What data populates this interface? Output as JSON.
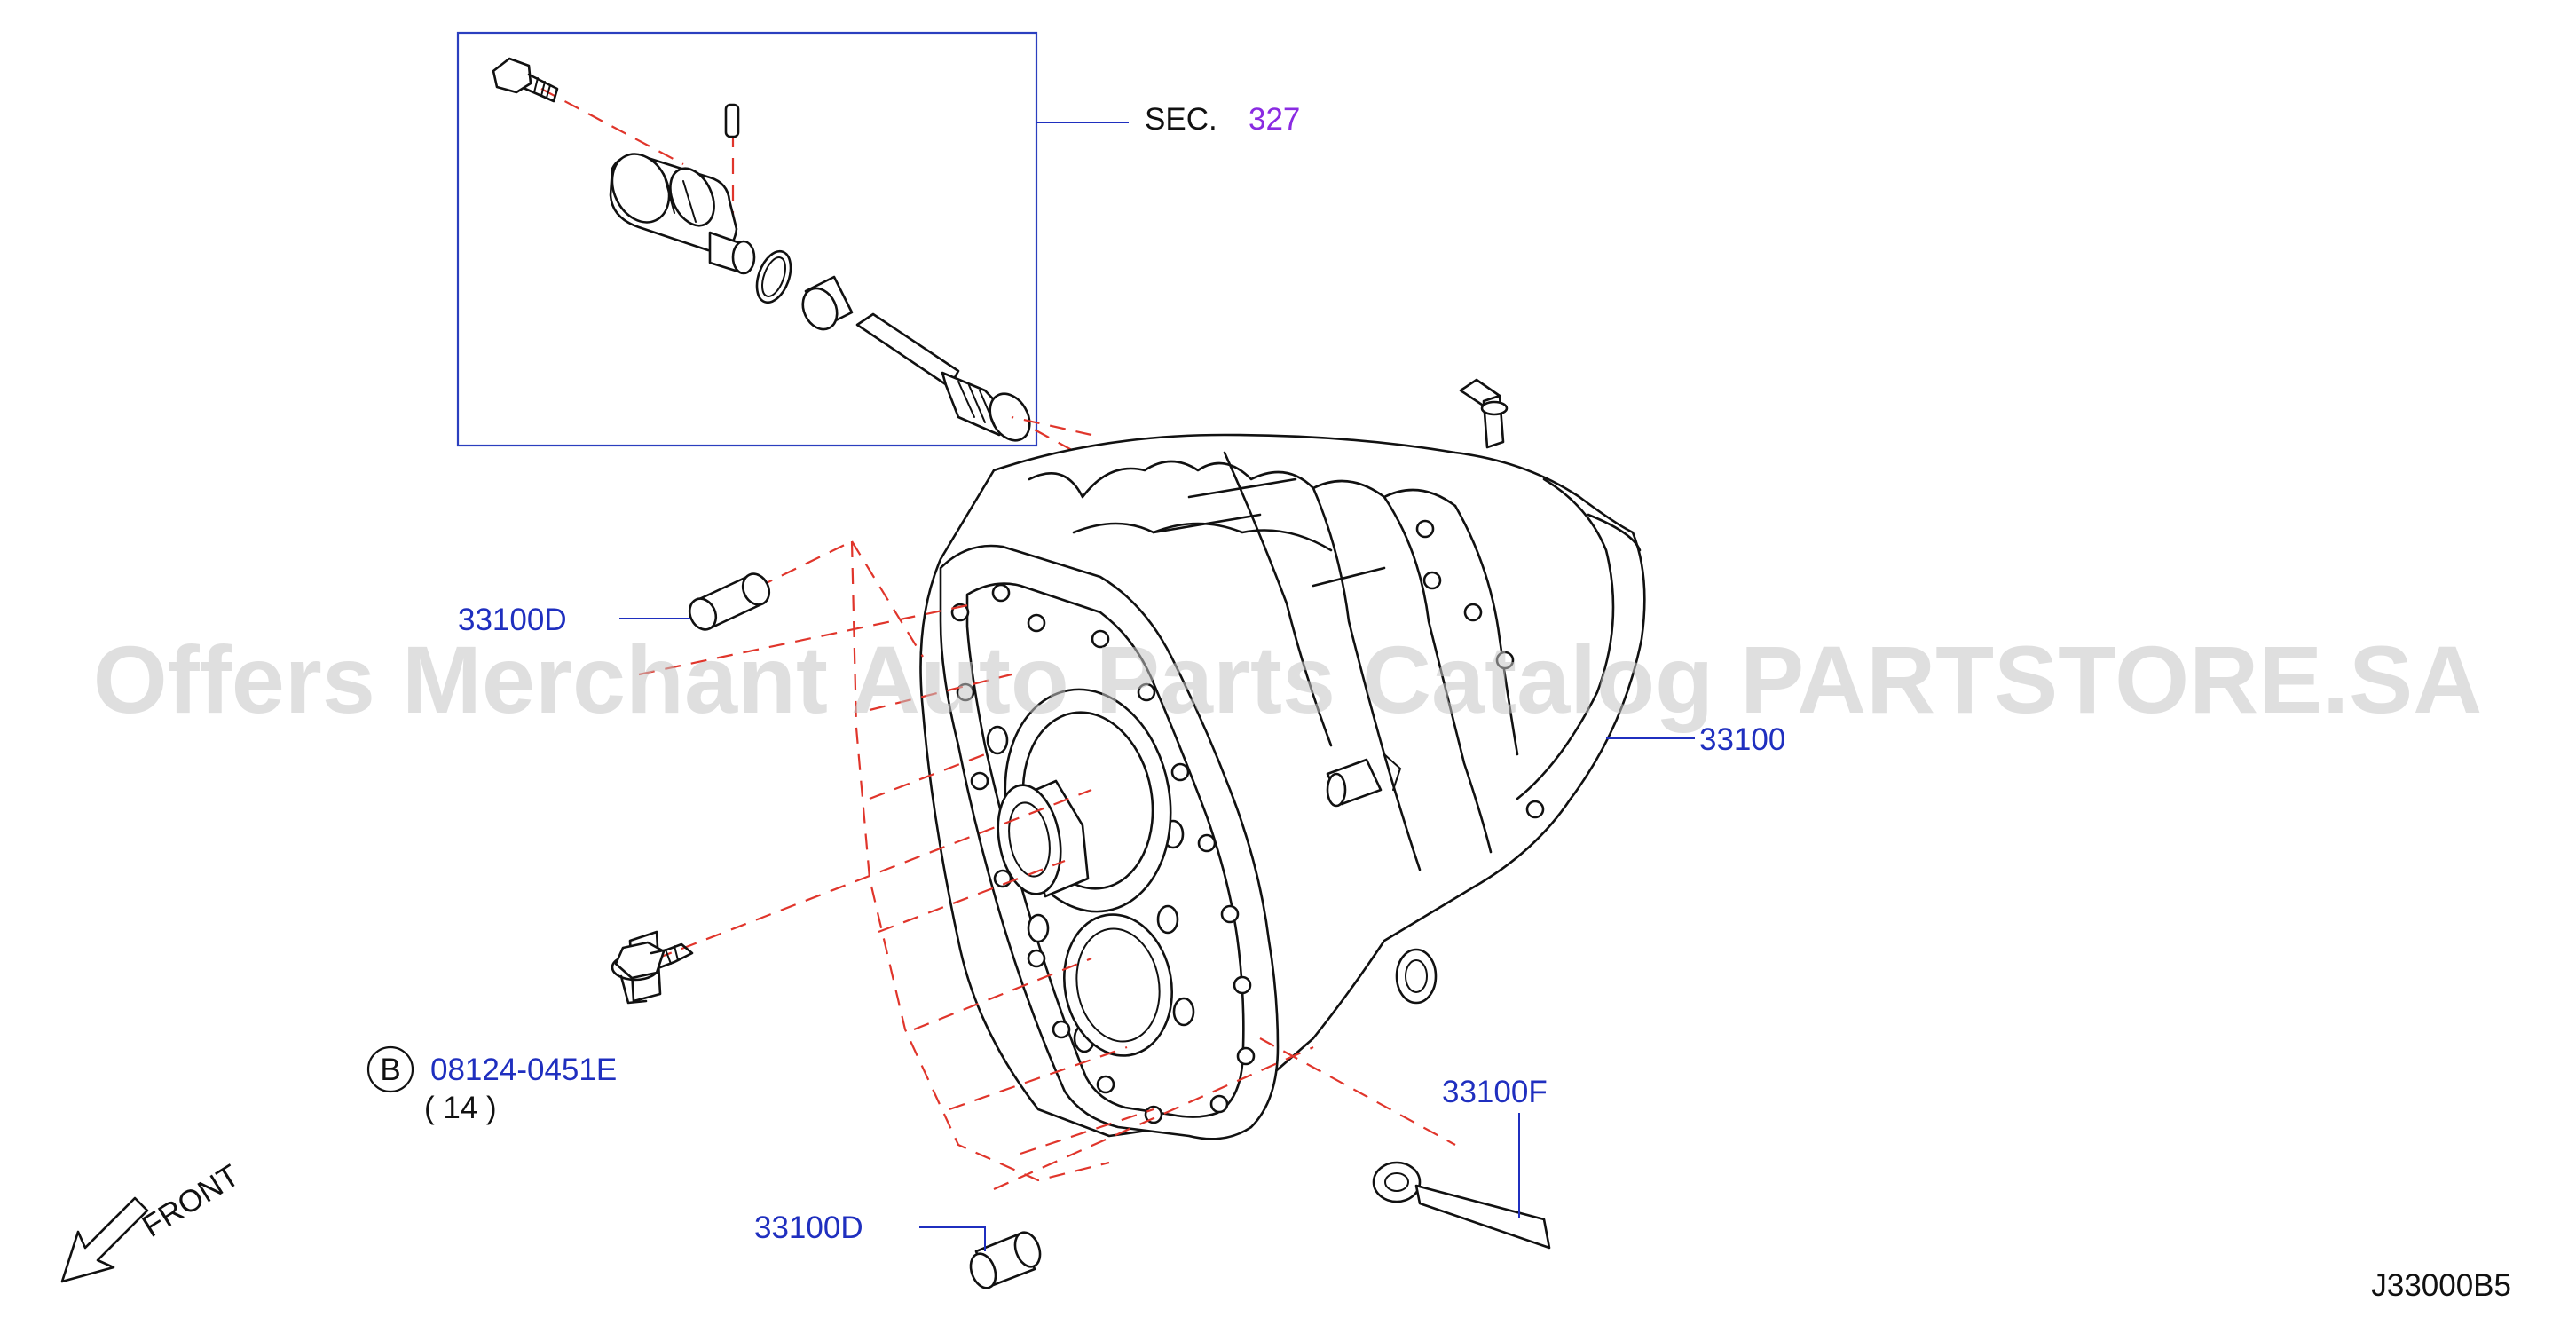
{
  "colors": {
    "part_label": "#1f2fbf",
    "sec_number": "#8a2be2",
    "line_art": "#111111",
    "phantom_lines": "#e0352b",
    "watermark": "#c4c4c4"
  },
  "watermark": "Offers Merchant Auto Parts Catalog PARTSTORE.SA",
  "diagram_code": "J33000B5",
  "front_indicator": {
    "label": "FRONT"
  },
  "labels": {
    "sec_prefix": "SEC.",
    "sec_number": "327",
    "transfer_assembly": "33100",
    "dowel_pin_upper": "33100D",
    "dowel_pin_lower": "33100D",
    "bracket": "33100F",
    "bolt_callout": "B",
    "bolt_part": "08124-0451E",
    "bolt_qty": "( 14 )"
  }
}
